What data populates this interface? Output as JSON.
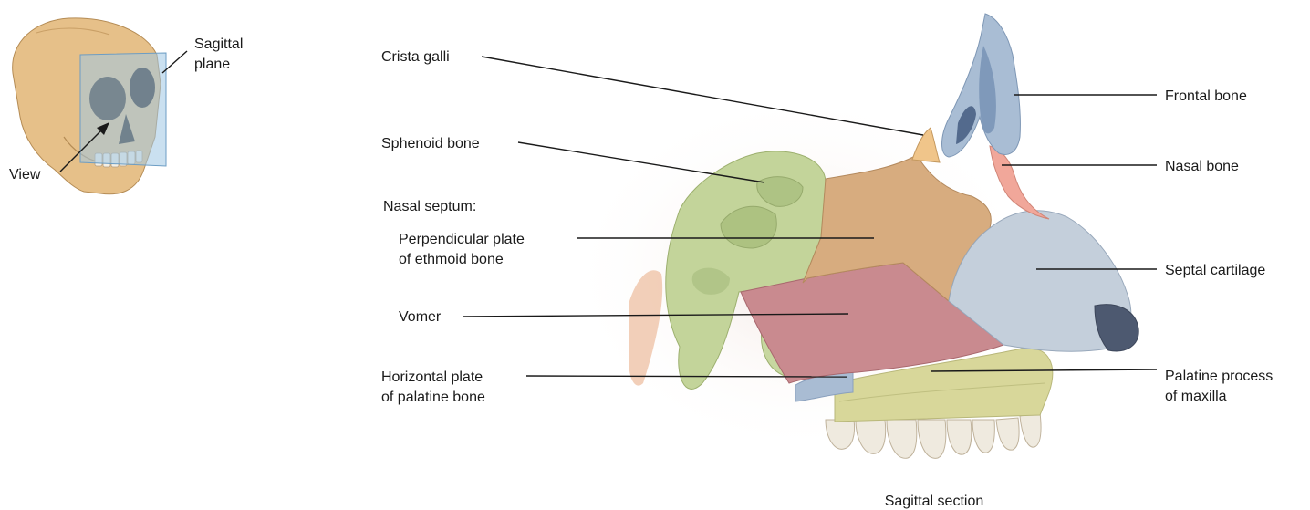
{
  "inset": {
    "plane_label_line1": "Sagittal",
    "plane_label_line2": "plane",
    "view_label": "View"
  },
  "labels": {
    "crista_galli": "Crista galli",
    "sphenoid_bone": "Sphenoid bone",
    "nasal_septum_heading": "Nasal septum:",
    "perpendicular_plate_line1": "Perpendicular plate",
    "perpendicular_plate_line2": "of ethmoid bone",
    "vomer": "Vomer",
    "horizontal_plate_line1": "Horizontal plate",
    "horizontal_plate_line2": "of palatine bone",
    "frontal_bone": "Frontal bone",
    "nasal_bone": "Nasal bone",
    "septal_cartilage": "Septal cartilage",
    "palatine_process_line1": "Palatine process",
    "palatine_process_line2": "of maxilla"
  },
  "caption": "Sagittal section",
  "colors": {
    "ethmoid_plate": "#d7ac7f",
    "vomer": "#c98a8f",
    "septal_cartilage": "#c4cfdb",
    "sphenoid": "#c3d49a",
    "frontal_bone": "#a9bdd4",
    "nasal_bone": "#f1a79a",
    "palatine": "#d8d79a",
    "teeth": "#efeadf",
    "skull_inset": "#e8c48c",
    "sagittal_plane": "#9fc6e4"
  }
}
